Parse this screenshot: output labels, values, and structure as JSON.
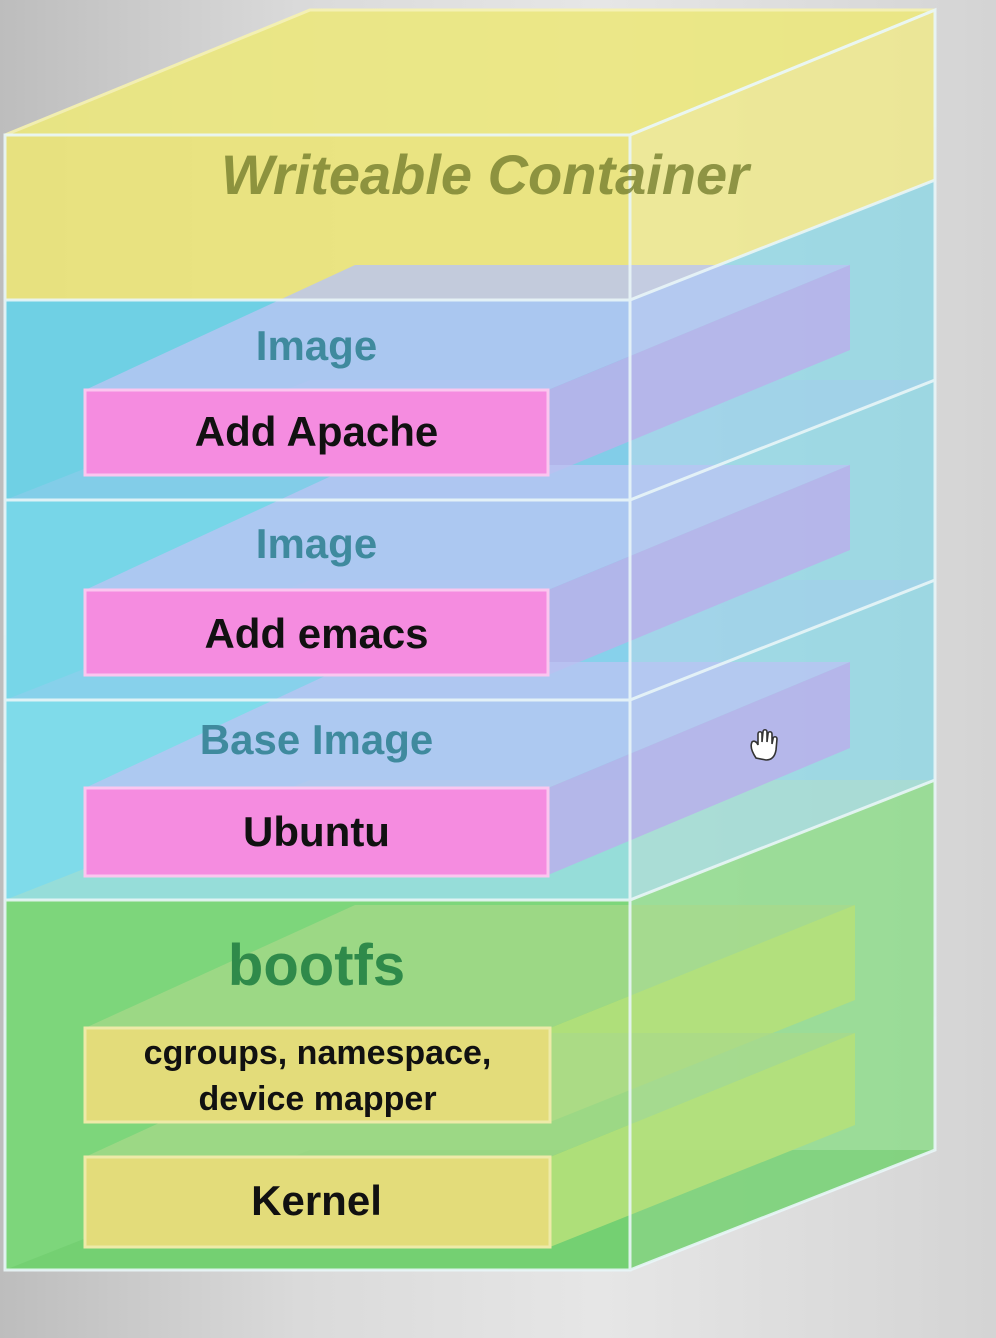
{
  "diagram": {
    "top_layer": {
      "label": "Writeable Container"
    },
    "image_layers": [
      {
        "layer_label": "Image",
        "box_label": "Add Apache"
      },
      {
        "layer_label": "Image",
        "box_label": "Add emacs"
      },
      {
        "layer_label": "Base Image",
        "box_label": "Ubuntu"
      }
    ],
    "boot_layer": {
      "label": "bootfs",
      "boxes": [
        {
          "label": "cgroups, namespace, device mapper"
        },
        {
          "label": "Kernel"
        }
      ]
    }
  },
  "colors": {
    "writeable": "#f2ec8c",
    "image_layer": "#7fd8ea",
    "image_box": "#f58ce0",
    "boot_layer": "#86d984",
    "boot_box": "#e3dc7a"
  }
}
